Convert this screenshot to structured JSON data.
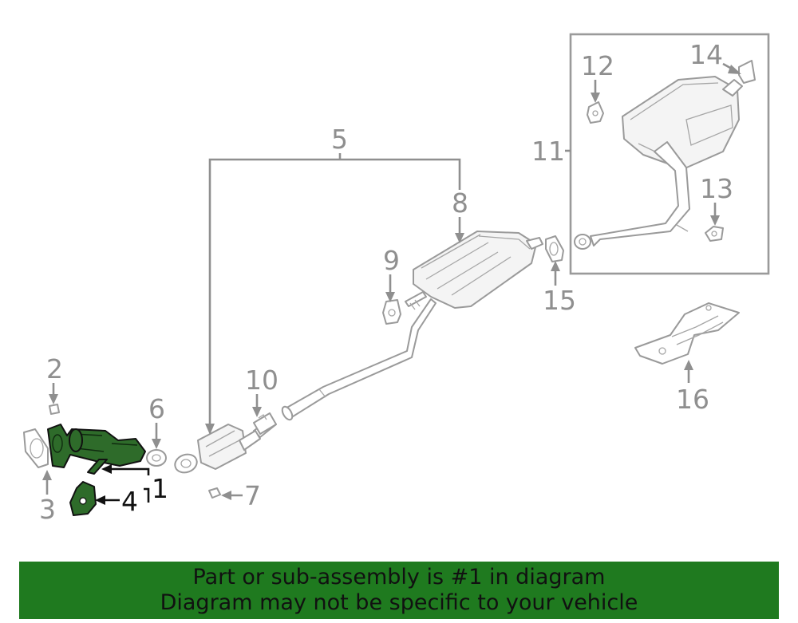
{
  "colors": {
    "highlight_part": "#2e6b2a",
    "banner_background": "#1f7a1f",
    "callout_gray": "#8f8f8f",
    "callout_highlight": "#111111"
  },
  "callouts": {
    "c1": "1",
    "c2": "2",
    "c3": "3",
    "c4": "4",
    "c5": "5",
    "c6": "6",
    "c7": "7",
    "c8": "8",
    "c9": "9",
    "c10": "10",
    "c11": "11",
    "c12": "12",
    "c13": "13",
    "c14": "14",
    "c15": "15",
    "c16": "16"
  },
  "highlighted_callouts": [
    "1",
    "4"
  ],
  "banner": {
    "line1": "Part or sub-assembly is #1 in diagram",
    "line2": "Diagram may not be specific to your vehicle"
  }
}
